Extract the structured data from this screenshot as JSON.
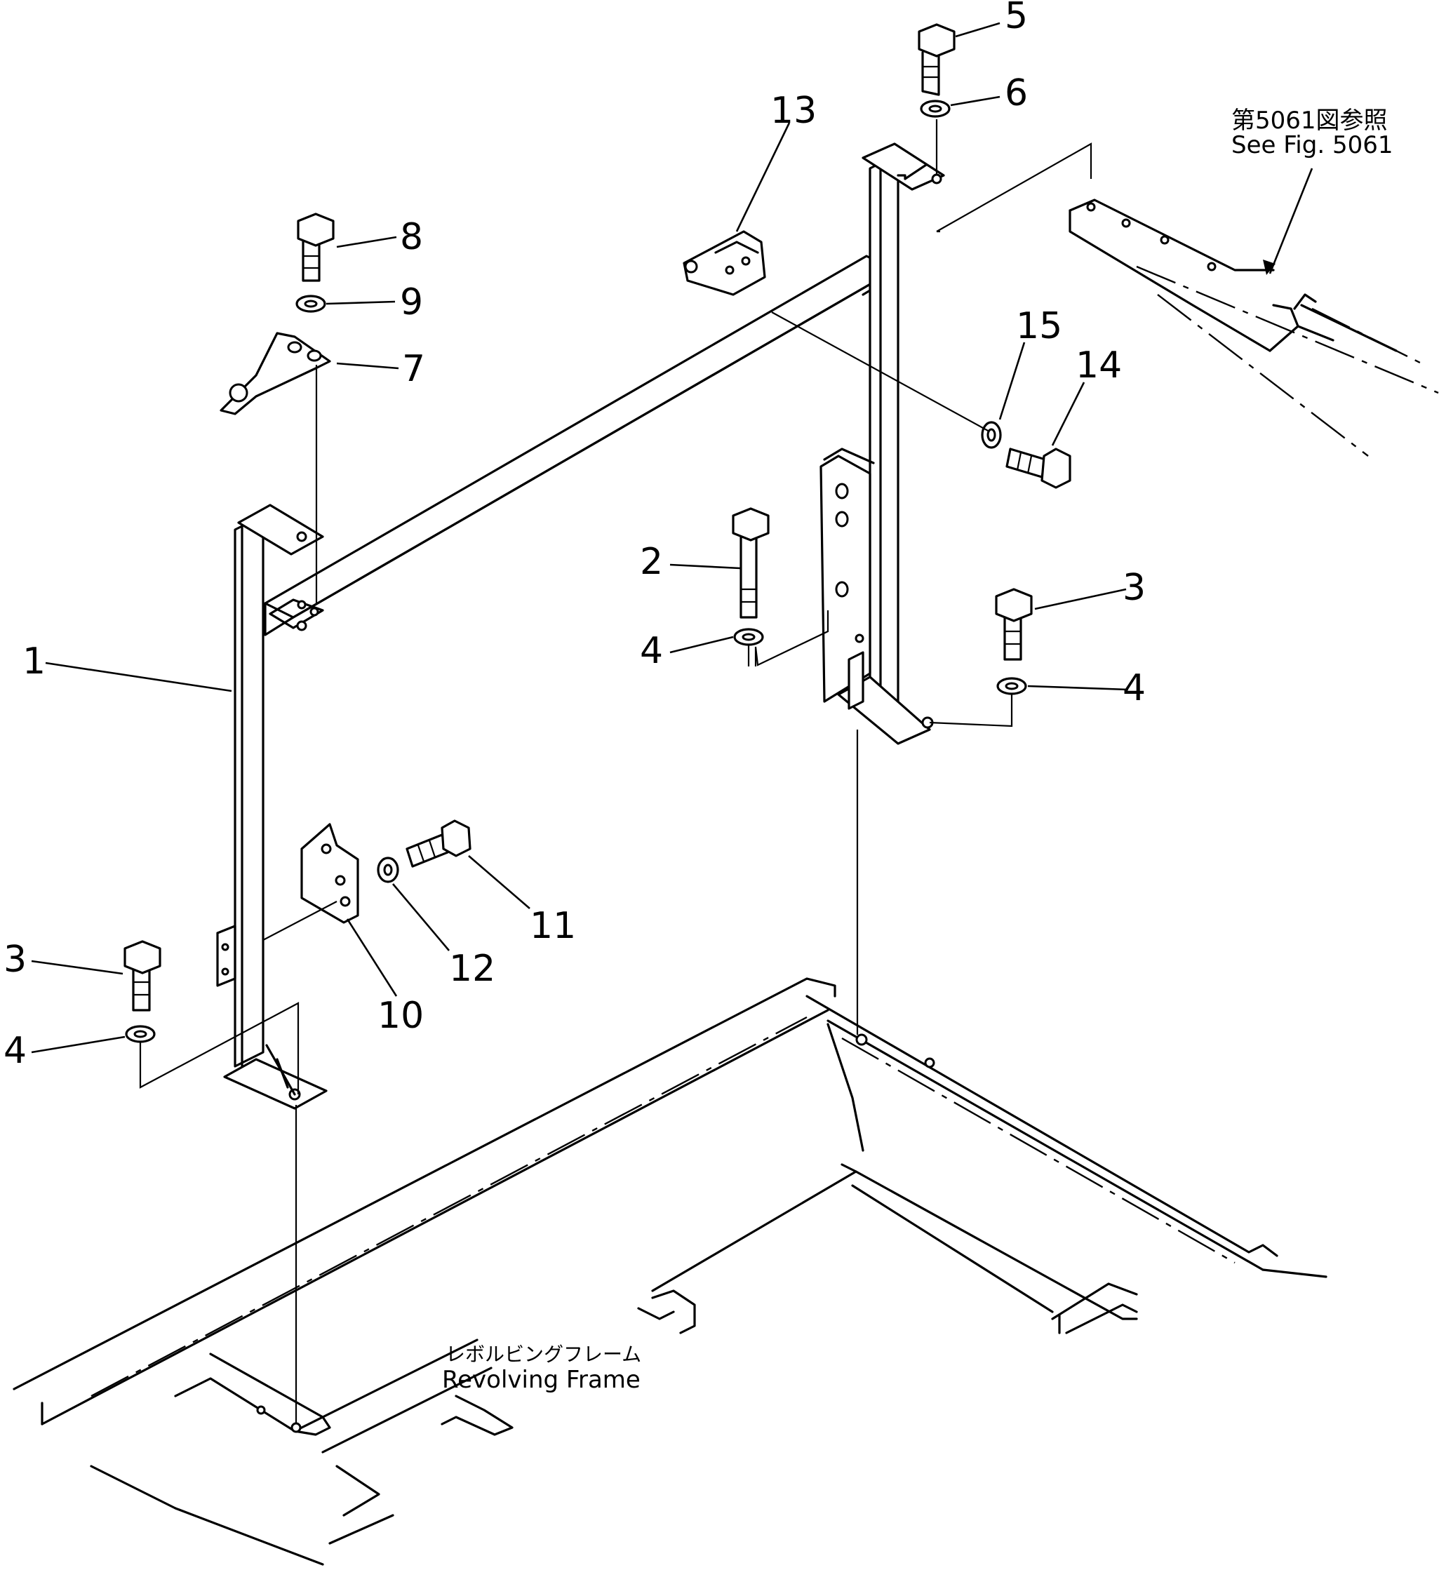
{
  "callouts": {
    "c1": "1",
    "c2": "2",
    "c3a": "3",
    "c3b": "3",
    "c4a": "4",
    "c4b": "4",
    "c4c": "4",
    "c5": "5",
    "c6": "6",
    "c7": "7",
    "c8": "8",
    "c9": "9",
    "c10": "10",
    "c11": "11",
    "c12": "12",
    "c13": "13",
    "c14": "14",
    "c15": "15"
  },
  "notes": {
    "see_fig_jp": "第5061図参照",
    "see_fig_en": "See Fig. 5061",
    "frame_jp": "レボルビングフレーム",
    "frame_en": "Revolving Frame"
  }
}
